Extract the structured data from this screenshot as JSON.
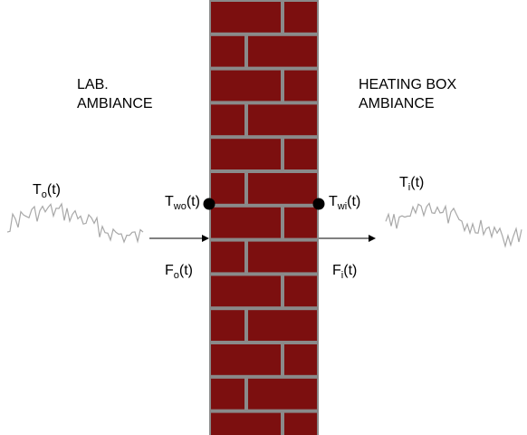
{
  "left_region": {
    "line1": "LAB.",
    "line2": "AMBIANCE"
  },
  "right_region": {
    "line1": "HEATING BOX",
    "line2": "AMBIANCE"
  },
  "outdoor_temp": {
    "base": "T",
    "sub": "o",
    "arg": "(t)"
  },
  "indoor_temp": {
    "base": "T",
    "sub": "i",
    "arg": "(t)"
  },
  "outer_wall_temp": {
    "base": "T",
    "sub": "wo",
    "arg": "(t)"
  },
  "inner_wall_temp": {
    "base": "T",
    "sub": "wi",
    "arg": "(t)"
  },
  "outer_flux": {
    "base": "F",
    "sub": "o",
    "arg": "(t)"
  },
  "inner_flux": {
    "base": "F",
    "sub": "i",
    "arg": "(t)"
  },
  "colors": {
    "brick": "#7c0f0f",
    "mortar": "#8a8a8a",
    "signal": "#a8a8a8",
    "sensor": "#000000"
  },
  "icons": {
    "wall": "brick-wall-icon",
    "sensor": "sensor-dot-icon",
    "arrow": "arrow-right-icon"
  }
}
